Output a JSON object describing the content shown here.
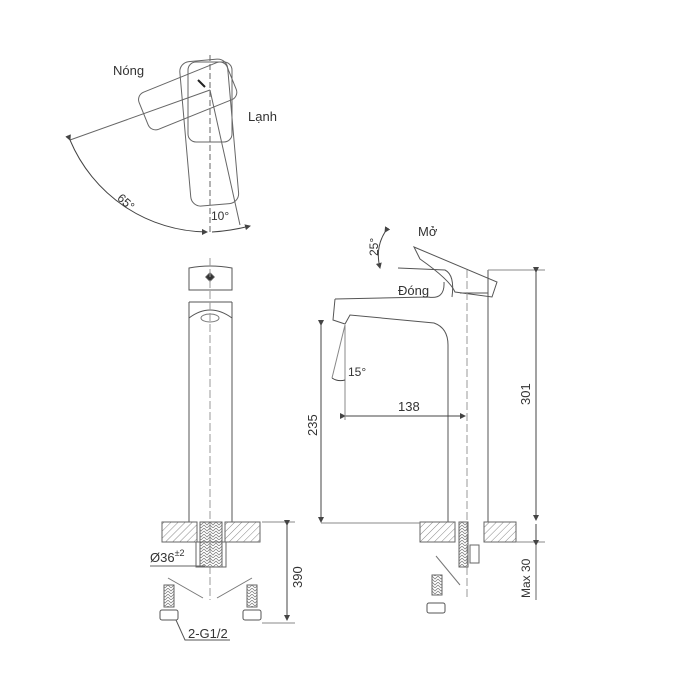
{
  "top_view": {
    "hot_label": "Nóng",
    "cold_label": "Lạnh",
    "angle_hot": "65°",
    "angle_cold": "10°"
  },
  "front_view": {
    "hole_diameter": "Ø36",
    "hole_tolerance": "±2",
    "hose_height": "390",
    "connector_label": "2-G1/2"
  },
  "side_view": {
    "open_label": "Mở",
    "closed_label": "Đóng",
    "lever_angle": "25°",
    "spout_angle": "15°",
    "spout_reach": "138",
    "spout_height": "235",
    "total_height": "301",
    "deck_thickness": "Max 30"
  },
  "colors": {
    "line": "#444444",
    "hatch": "#888888",
    "background": "#ffffff"
  }
}
